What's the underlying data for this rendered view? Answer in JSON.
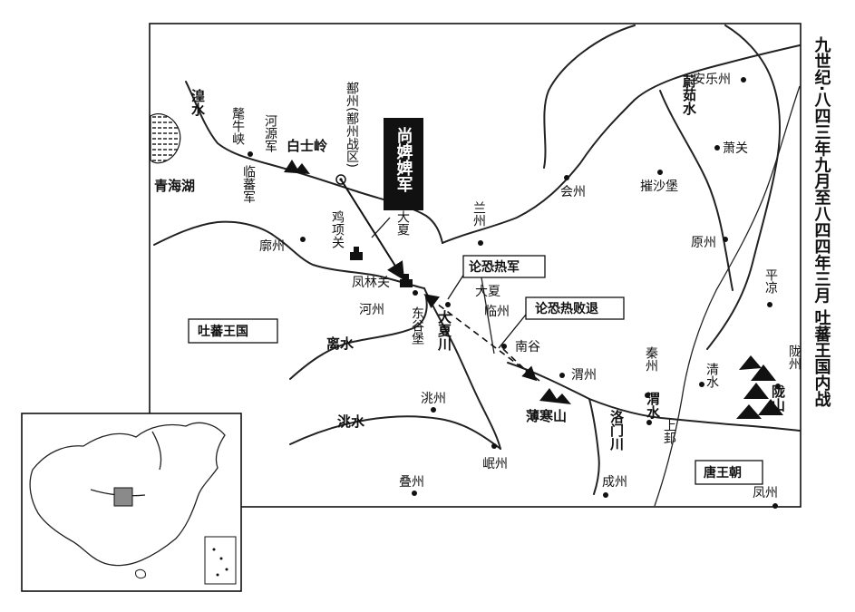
{
  "map": {
    "title": "九世纪·八四三年九月至八四四年三月 吐蕃王国内战",
    "regions": {
      "tibet": "吐蕃王国",
      "tang": "唐王朝",
      "qinghai_lake": "青海湖"
    },
    "rivers": {
      "huang": "湟水",
      "wei_ru": "蔚茹水",
      "li": "离水",
      "tao": "洮水",
      "wei": "渭水",
      "daxia": "大夏川",
      "luomen": "洛门川"
    },
    "mountains": {
      "baitu": "白士岭",
      "baohan": "薄寒山",
      "long": "陇山"
    },
    "places": {
      "maoniuxia": "氂牛峡",
      "heyuanjun": "河源军",
      "linfanjun": "临蕃军",
      "shanzhou": "鄯州(鄯州战区)",
      "jixiangguan": "鸡项关",
      "kuozhou": "廓州",
      "fenglinguan": "凤林关",
      "hezhou": "河州",
      "donggubao": "东谷堡",
      "daxia1": "大夏",
      "daxia2": "大夏",
      "lanzhou": "兰州",
      "huizhou": "会州",
      "anlezhou": "安乐州",
      "xiaoguan": "萧关",
      "cuishabao": "摧沙堡",
      "yuanzhou": "原州",
      "pingliang": "平凉",
      "linzhou": "临州",
      "nangu": "南谷",
      "weizhou": "渭州",
      "qinzhou": "秦州",
      "qingshui": "清水",
      "longzhou": "陇州",
      "shanggui": "上邽",
      "taozhou": "洮州",
      "minzhou": "岷州",
      "diezhou": "叠州",
      "chengzhou": "成州",
      "fengzhou": "凤州"
    },
    "forces": {
      "shang": "尚婢婢军",
      "lun": "论恐热军",
      "lun_retreat": "论恐热败退"
    },
    "colors": {
      "ink": "#111111",
      "background": "#ffffff",
      "inset_highlight": "#8a8a8a"
    }
  }
}
